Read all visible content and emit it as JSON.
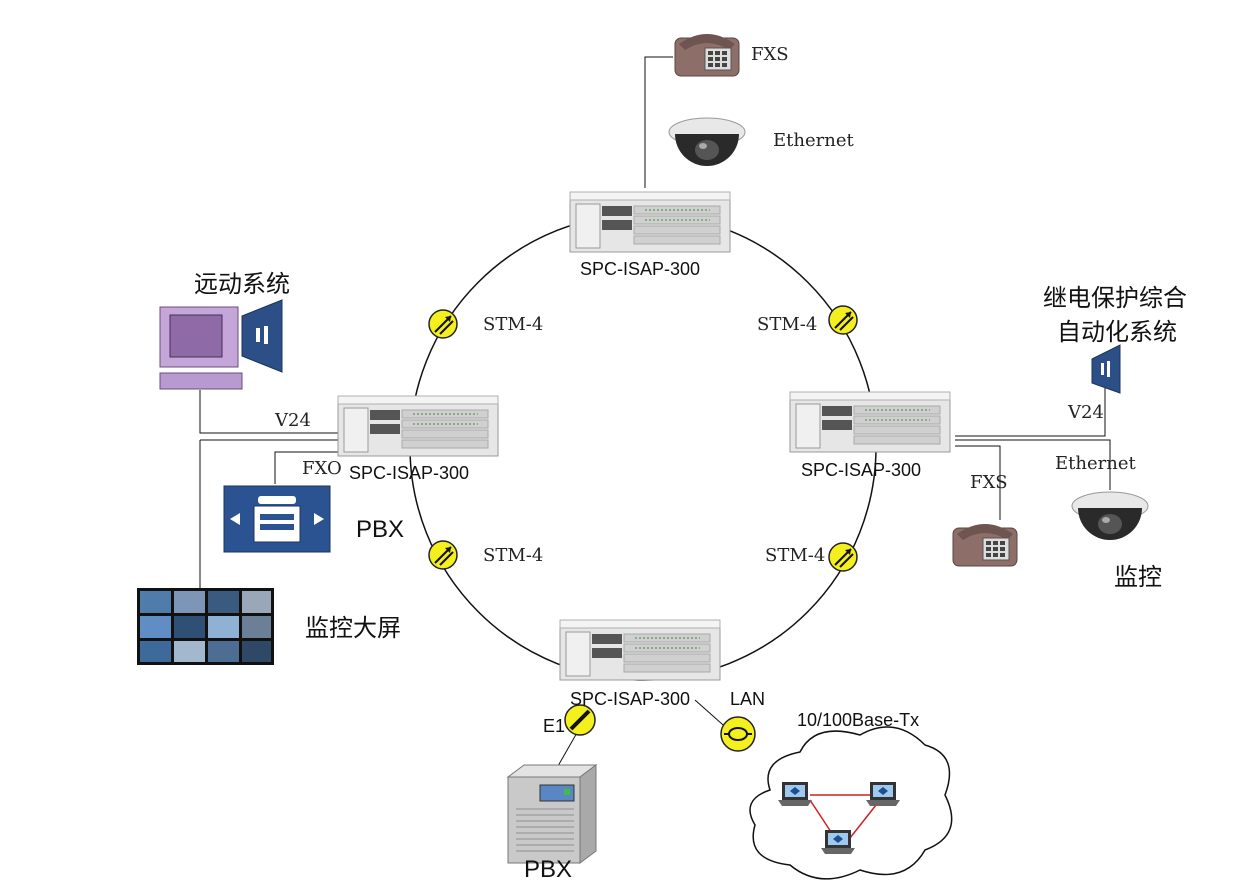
{
  "nodes": [
    {
      "id": "top",
      "label": "SPC-ISAP-300"
    },
    {
      "id": "left",
      "label": "SPC-ISAP-300"
    },
    {
      "id": "right",
      "label": "SPC-ISAP-300"
    },
    {
      "id": "bottom",
      "label": "SPC-ISAP-300"
    }
  ],
  "ring_links": [
    "STM-4",
    "STM-4",
    "STM-4",
    "STM-4"
  ],
  "top_devices": {
    "phone": "FXS",
    "camera": "Ethernet"
  },
  "left_devices": {
    "rtu_title": "远动系统",
    "v24": "V24",
    "fxo": "FXO",
    "pbx": "PBX",
    "screen": "监控大屏"
  },
  "right_devices": {
    "relay_title_line1": "继电保护综合",
    "relay_title_line2": "自动化系统",
    "v24": "V24",
    "ethernet": "Ethernet",
    "fxs": "FXS",
    "camera": "监控"
  },
  "bottom_devices": {
    "e1": "E1",
    "lan": "LAN",
    "pbx": "PBX",
    "network": "10/100Base-Tx"
  },
  "colors": {
    "rack": "#d8d8d8",
    "link_badge": "#f4ef1e",
    "blue_device": "#2b4f86",
    "monitor": "#b99ad0",
    "line": "#111111"
  }
}
